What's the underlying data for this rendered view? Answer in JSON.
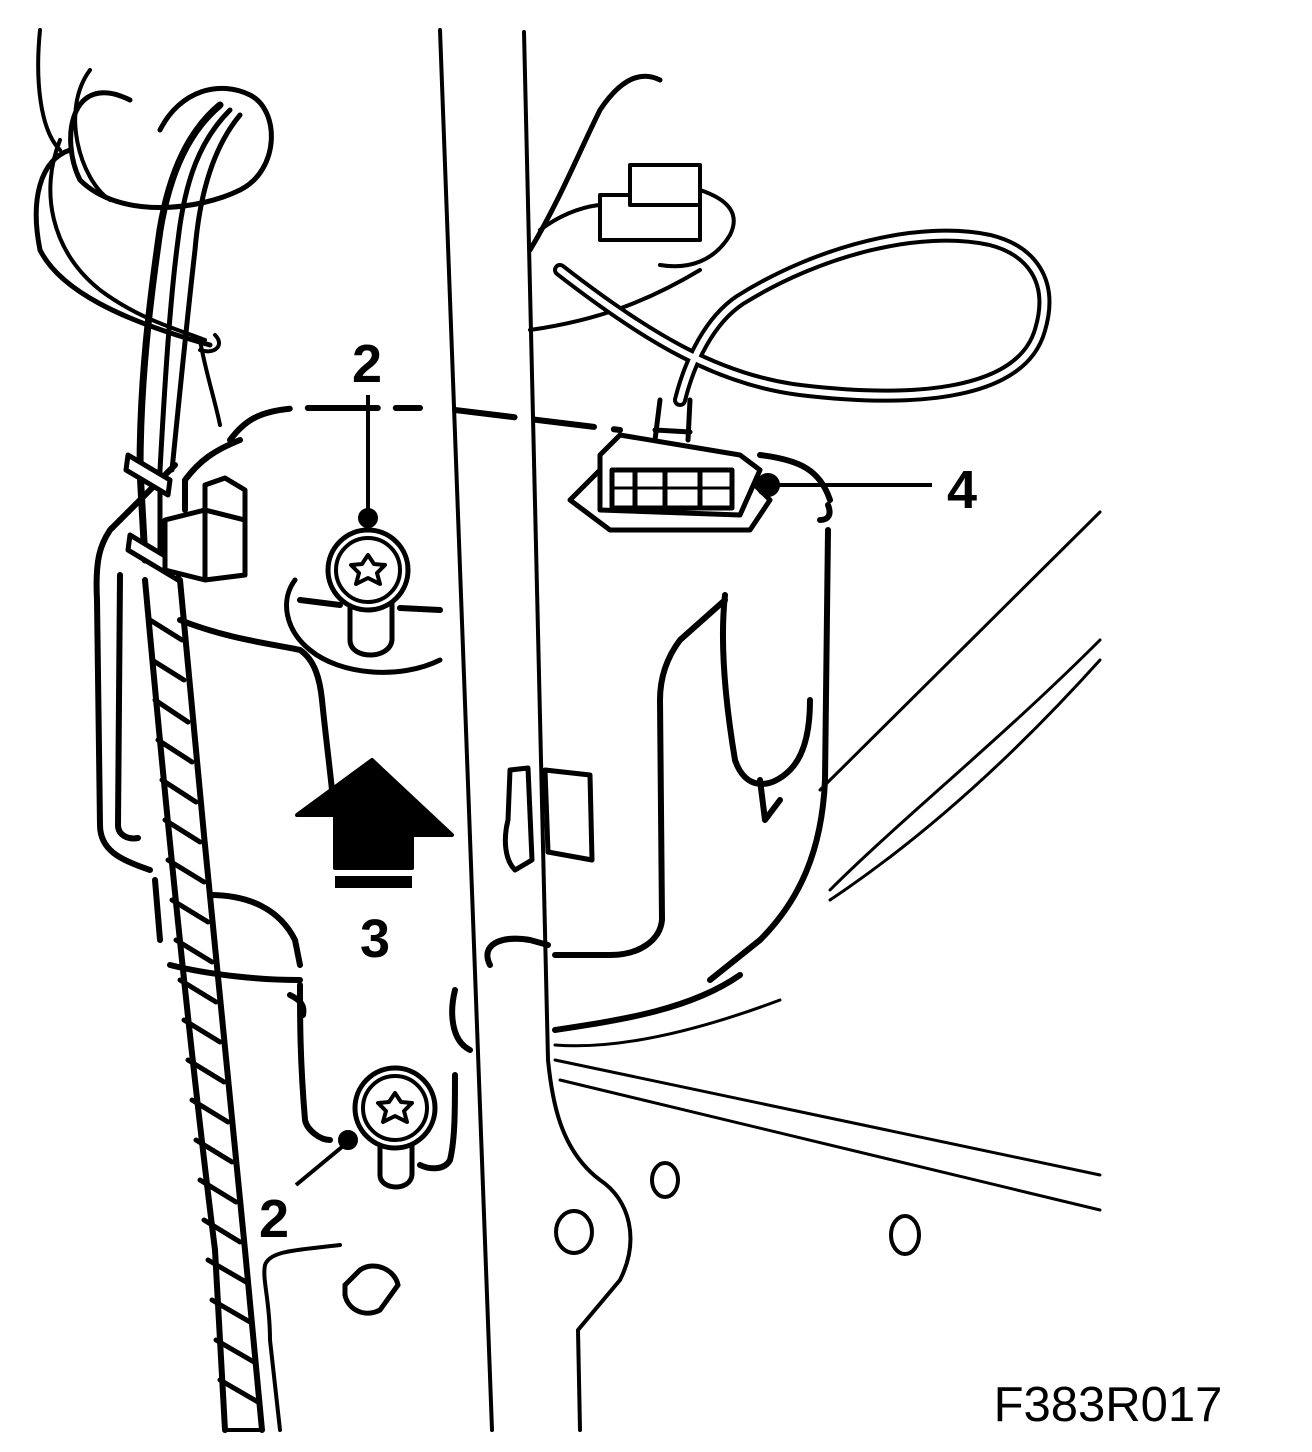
{
  "diagram": {
    "figure_code": "F383R017",
    "callouts": {
      "screw_top": "2",
      "screw_bottom": "2",
      "direction_arrow": "3",
      "connector": "4"
    },
    "colors": {
      "ink": "#000000",
      "paper": "#ffffff"
    }
  }
}
